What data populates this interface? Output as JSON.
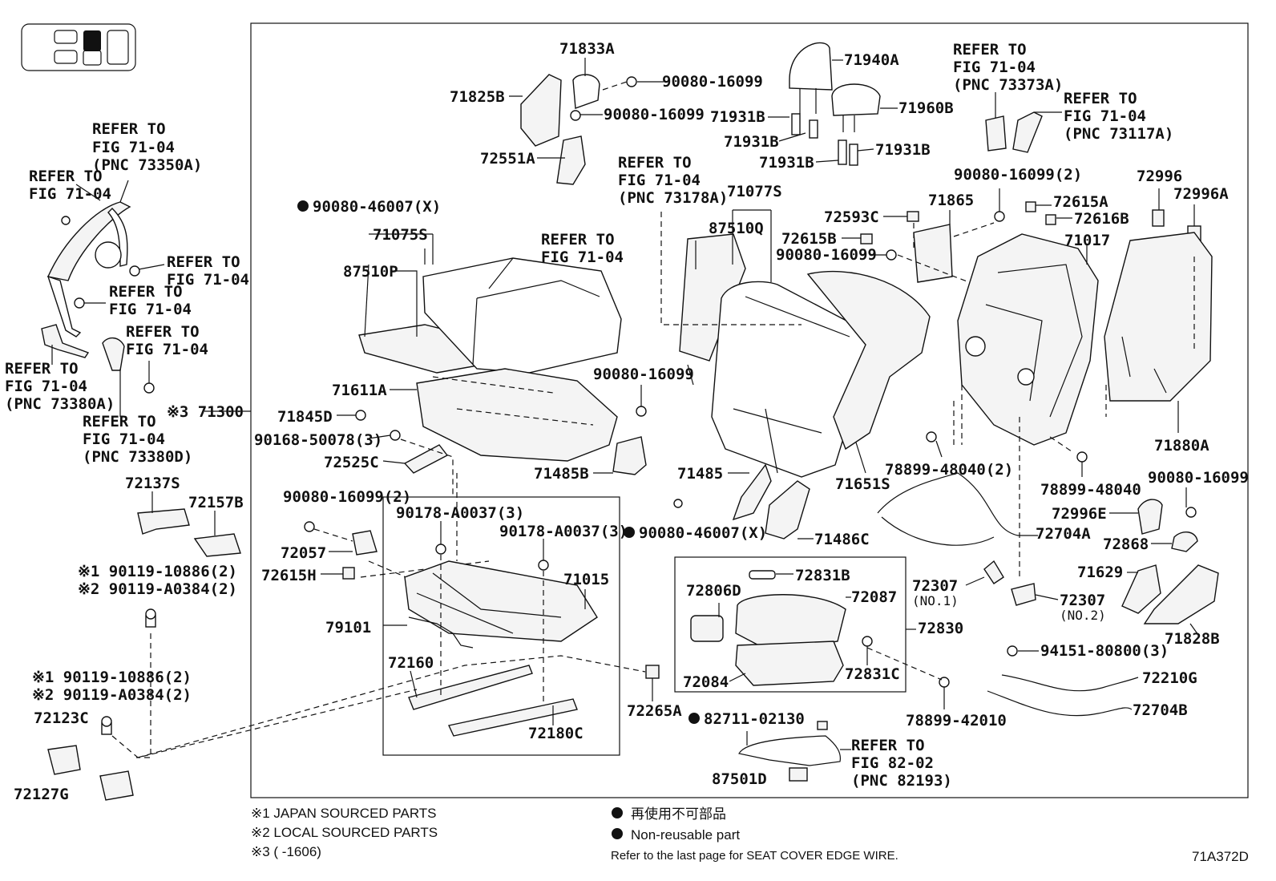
{
  "diagram_id": "71A372D",
  "seat_icon": {
    "highlighted_position": "second-row"
  },
  "notes": {
    "mark1": "※1 JAPAN SOURCED PARTS",
    "mark2": "※2 LOCAL SOURCED PARTS",
    "mark3": "※3 (    -1606)",
    "nonreuse_jp": "再使用不可部品",
    "nonreuse_en": "Non-reusable part",
    "edge_wire": "Refer to the last page for SEAT COVER EDGE WIRE."
  },
  "refs": {
    "r1": [
      "REFER TO",
      "FIG 71-04",
      "(PNC 73350A)"
    ],
    "r2": [
      "REFER TO",
      "FIG 71-04"
    ],
    "r3": [
      "REFER TO",
      "FIG 71-04"
    ],
    "r4": [
      "REFER TO",
      "FIG 71-04"
    ],
    "r5": [
      "REFER TO",
      "FIG 71-04"
    ],
    "r6": [
      "REFER TO",
      "FIG 71-04",
      "(PNC 73380A)"
    ],
    "r7": [
      "REFER TO",
      "FIG 71-04",
      "(PNC 73380D)"
    ],
    "r8": [
      "REFER TO",
      "FIG 71-04",
      "(PNC 73178A)"
    ],
    "r9": [
      "REFER TO",
      "FIG 71-04"
    ],
    "r10": [
      "REFER TO",
      "FIG 71-04",
      "(PNC 73373A)"
    ],
    "r11": [
      "REFER TO",
      "FIG 71-04",
      "(PNC 73117A)"
    ],
    "r12": [
      "REFER TO",
      "FIG 82-02",
      "(PNC 82193)"
    ]
  },
  "labels": {
    "p71300": "※3 71300",
    "p72137S": "72137S",
    "p72157B": "72157B",
    "p90119a": "※1 90119-10886(2)",
    "p90119b": "※2 90119-A0384(2)",
    "p90119c": "※1 90119-10886(2)",
    "p90119d": "※2 90119-A0384(2)",
    "p72123C": "72123C",
    "p72127G": "72127G",
    "p71833A": "71833A",
    "p71825B": "71825B",
    "p90080_16099a": "90080-16099",
    "p90080_16099b": "90080-16099",
    "p72551A": "72551A",
    "p90080_46007a": "90080-46007(X)",
    "p71075S": "71075S",
    "p87510P": "87510P",
    "p71611A": "71611A",
    "p71845D": "71845D",
    "p90168": "90168-50078(3)",
    "p72525C": "72525C",
    "p90080_16099_2a": "90080-16099(2)",
    "p72057": "72057",
    "p72615H": "72615H",
    "p79101": "79101",
    "p90178a": "90178-A0037(3)",
    "p90178b": "90178-A0037(3)",
    "p71015": "71015",
    "p72160": "72160",
    "p72180C": "72180C",
    "p72265A": "72265A",
    "p71940A": "71940A",
    "p71960B": "71960B",
    "p71931B_1": "71931B",
    "p71931B_2": "71931B",
    "p71931B_3": "71931B",
    "p71931B_4": "71931B",
    "p71077S": "71077S",
    "p87510Q": "87510Q",
    "p90080_16099c": "90080-16099",
    "p71485B": "71485B",
    "p71485": "71485",
    "p90080_46007b": "90080-46007(X)",
    "p71486C": "71486C",
    "p71651S": "71651S",
    "p72593C": "72593C",
    "p72615B": "72615B",
    "p90080_16099d": "90080-16099",
    "p71865": "71865",
    "p90080_16099_2b": "90080-16099(2)",
    "p72615A": "72615A",
    "p72616B": "72616B",
    "p71017": "71017",
    "p72996": "72996",
    "p72996A": "72996A",
    "p71880A": "71880A",
    "p78899_48040_2": "78899-48040(2)",
    "p78899_48040": "78899-48040",
    "p90080_16099e": "90080-16099",
    "p72996E": "72996E",
    "p72704A": "72704A",
    "p72868": "72868",
    "p71629": "71629",
    "p72307_1": "72307",
    "p72307_1n": "(NO.1)",
    "p72307_2": "72307",
    "p72307_2n": "(NO.2)",
    "p71828B": "71828B",
    "p72806D": "72806D",
    "p72831B": "72831B",
    "p72087": "72087",
    "p72830": "72830",
    "p72084": "72084",
    "p72831C": "72831C",
    "p78899_42010": "78899-42010",
    "p94151": "94151-80800(3)",
    "p72210G": "72210G",
    "p72704B": "72704B",
    "p82711": "82711-02130",
    "p87501D": "87501D"
  }
}
